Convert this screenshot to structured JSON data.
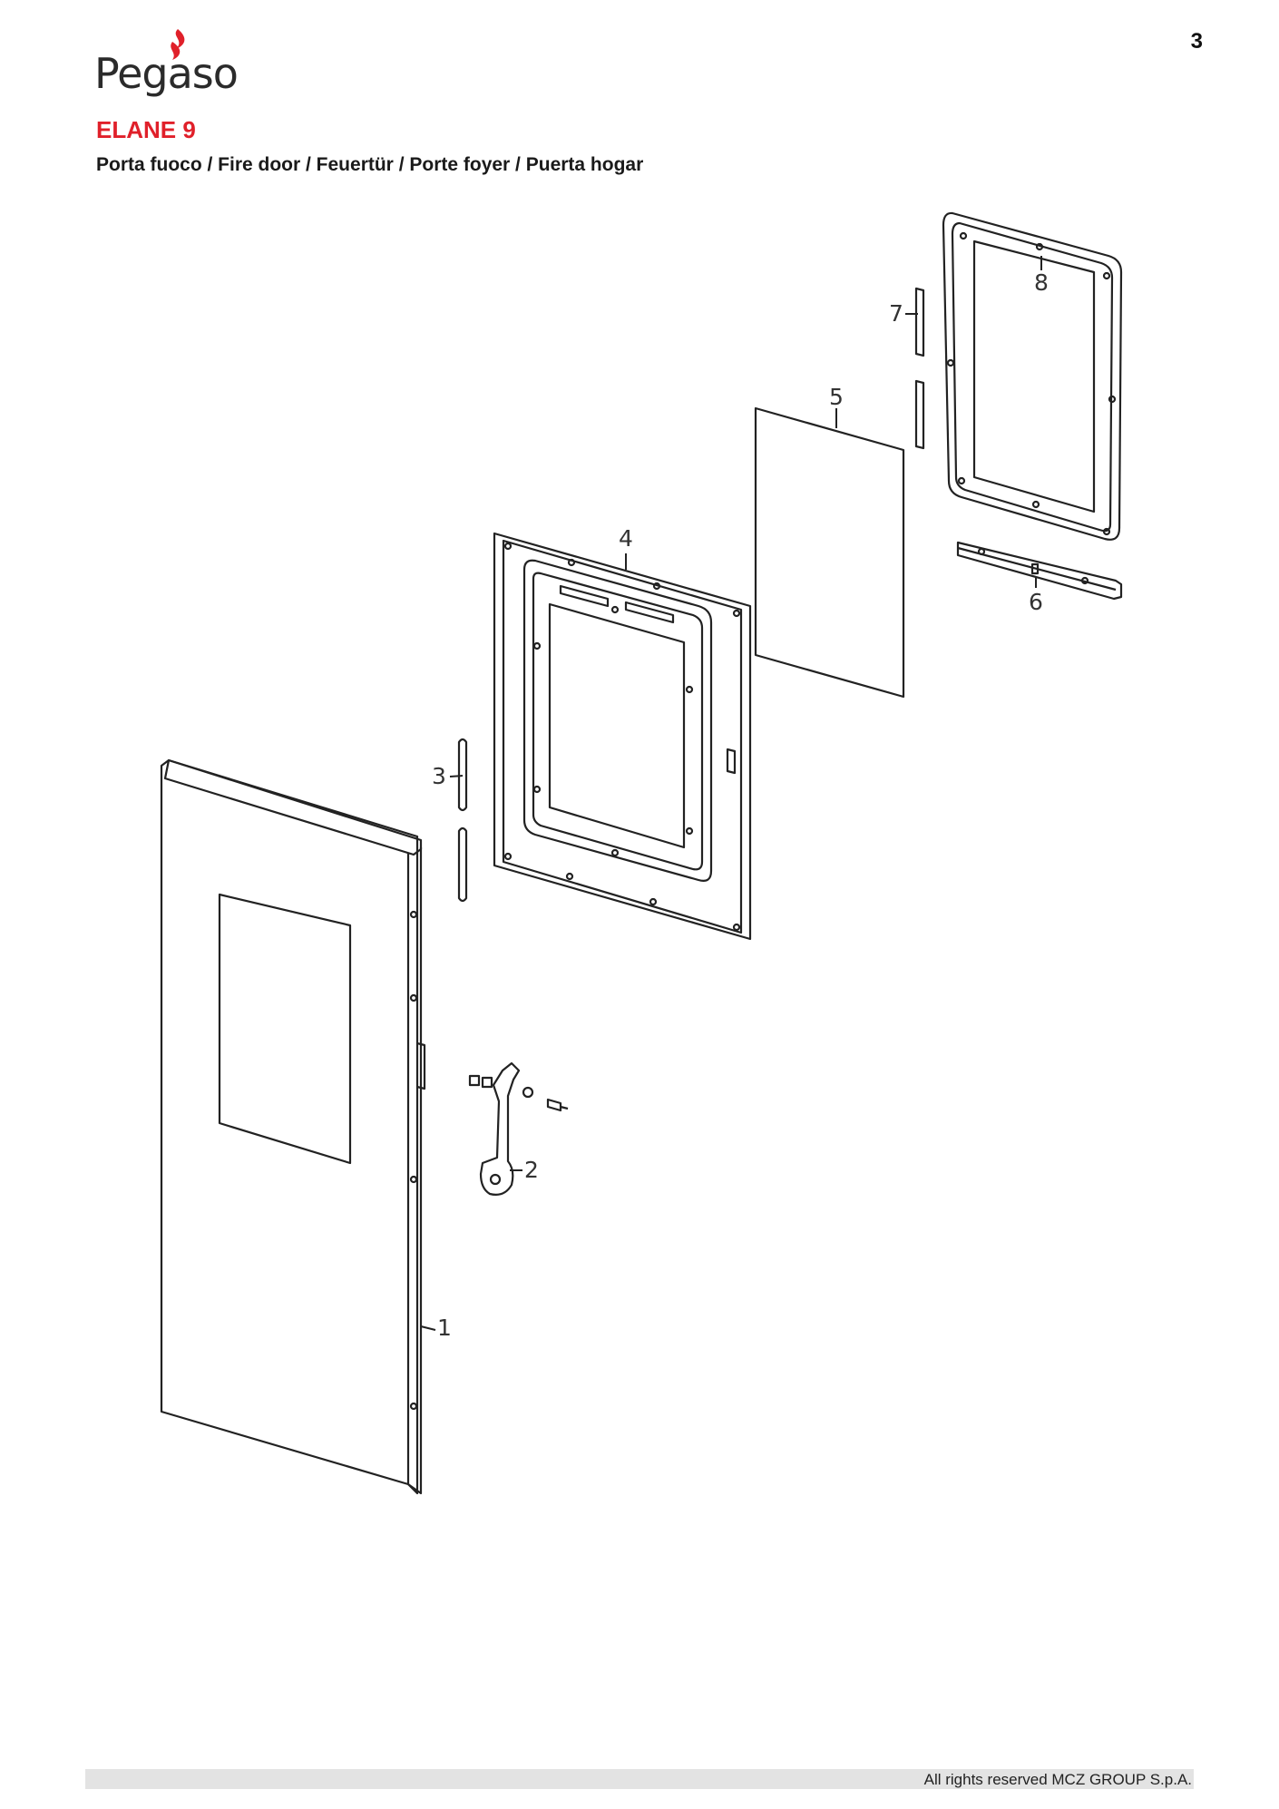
{
  "page_number": "3",
  "brand": {
    "name": "Pegaso"
  },
  "model": "ELANE 9",
  "subtitle": "Porta fuoco / Fire door / Feuertür / Porte foyer / Puerta hogar",
  "callouts": [
    "1",
    "2",
    "3",
    "4",
    "5",
    "6",
    "7",
    "8"
  ],
  "footer": "All rights reserved MCZ GROUP S.p.A.",
  "colors": {
    "title": "#e0202a",
    "flame": "#e0202a",
    "footer_bar": "#e3e3e3"
  }
}
